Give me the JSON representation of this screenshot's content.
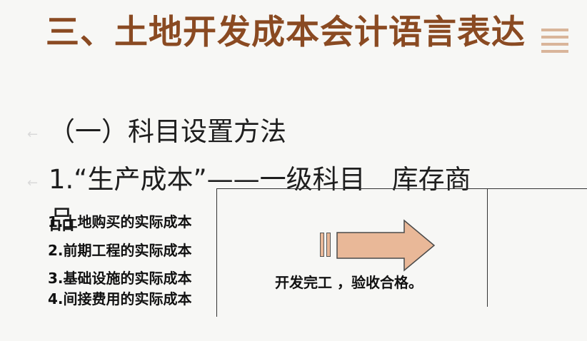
{
  "slide": {
    "title": "三、土地开发成本会计语言表达",
    "subheading": "（一）科目设置方法",
    "item_line": "1.“生产成本”——一级科目　库存商",
    "item_cont": "品",
    "cost_items": [
      "1.土地购买的实际成本",
      "2.前期工程的实际成本",
      "3.基础设施的实际成本",
      "4.间接费用的实际成本"
    ],
    "completion_label": "开发完工 ，验收合格。"
  },
  "colors": {
    "title": "#8a4a22",
    "arrow_fill": "#e9b898",
    "accent_lines": "#d9b59a"
  },
  "icons": {
    "decor_corner": "stacked-lines-icon",
    "bullet_marker": "left-arrow-icon",
    "flow_arrow": "right-arrow-icon"
  }
}
